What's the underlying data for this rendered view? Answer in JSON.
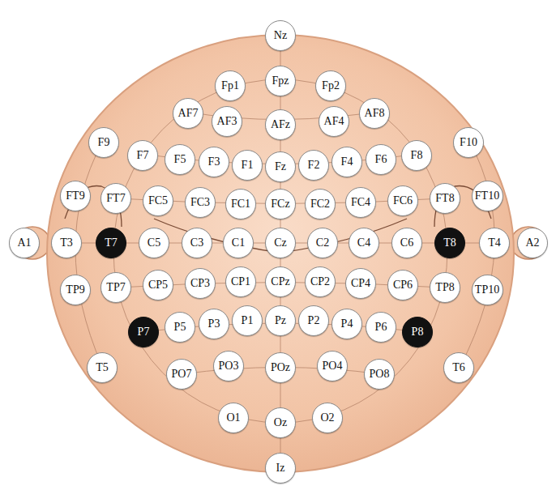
{
  "diagram": {
    "nodes": [
      {
        "text": [
          "Nz"
        ]
      },
      {
        "text": [
          "Fp1"
        ]
      },
      {
        "text": [
          "Fpz"
        ]
      },
      {
        "text": [
          "Fp2"
        ]
      },
      {
        "text": [
          "AF7"
        ]
      },
      {
        "text": [
          "AF3"
        ]
      },
      {
        "text": [
          "AFz"
        ]
      },
      {
        "text": [
          "AF4"
        ]
      },
      {
        "text": [
          "AF8"
        ]
      },
      {
        "text": [
          "F9"
        ]
      },
      {
        "text": [
          "F7"
        ]
      },
      {
        "text": [
          "F5"
        ]
      },
      {
        "text": [
          "F3"
        ]
      },
      {
        "text": [
          "F1"
        ]
      },
      {
        "text": [
          "Fz"
        ]
      },
      {
        "text": [
          "F2"
        ]
      },
      {
        "text": [
          "F4"
        ]
      },
      {
        "text": [
          "F6"
        ]
      },
      {
        "text": [
          "F8"
        ]
      },
      {
        "text": [
          "F10"
        ]
      },
      {
        "text": [
          "FT9"
        ]
      },
      {
        "text": [
          "FT7"
        ]
      },
      {
        "text": [
          "FC5"
        ]
      },
      {
        "text": [
          "FC3"
        ]
      },
      {
        "text": [
          "FC1"
        ]
      },
      {
        "text": [
          "FCz"
        ]
      },
      {
        "text": [
          "FC2"
        ]
      },
      {
        "text": [
          "FC4"
        ]
      },
      {
        "text": [
          "FC6"
        ]
      },
      {
        "text": [
          "FT8"
        ]
      },
      {
        "text": [
          "FT10"
        ]
      },
      {
        "text": [
          "A1"
        ]
      },
      {
        "text": [
          "T3"
        ]
      },
      {
        "text": [
          "T7"
        ]
      },
      {
        "text": [
          "C5"
        ]
      },
      {
        "text": [
          "C3"
        ]
      },
      {
        "text": [
          "C1"
        ]
      },
      {
        "text": [
          "Cz"
        ]
      },
      {
        "text": [
          "C2"
        ]
      },
      {
        "text": [
          "C4"
        ]
      },
      {
        "text": [
          "C6"
        ]
      },
      {
        "text": [
          "T8"
        ]
      },
      {
        "text": [
          "T4"
        ]
      },
      {
        "text": [
          "A2"
        ]
      },
      {
        "text": [
          "TP9"
        ]
      },
      {
        "text": [
          "TP7"
        ]
      },
      {
        "text": [
          "CP5"
        ]
      },
      {
        "text": [
          "CP3"
        ]
      },
      {
        "text": [
          "CP1"
        ]
      },
      {
        "text": [
          "CPz"
        ]
      },
      {
        "text": [
          "CP2"
        ]
      },
      {
        "text": [
          "CP4"
        ]
      },
      {
        "text": [
          "CP6"
        ]
      },
      {
        "text": [
          "TP8"
        ]
      },
      {
        "text": [
          "TP10"
        ]
      },
      {
        "text": [
          "P7"
        ]
      },
      {
        "text": [
          "P5"
        ]
      },
      {
        "text": [
          "P3"
        ]
      },
      {
        "text": [
          "P1"
        ]
      },
      {
        "text": [
          "Pz"
        ]
      },
      {
        "text": [
          "P2"
        ]
      },
      {
        "text": [
          "P4"
        ]
      },
      {
        "text": [
          "P6"
        ]
      },
      {
        "text": [
          "P8"
        ]
      },
      {
        "text": [
          "T5"
        ]
      },
      {
        "text": [
          "T6"
        ]
      },
      {
        "text": [
          "PO7"
        ]
      },
      {
        "text": [
          "PO3"
        ]
      },
      {
        "text": [
          "POz"
        ]
      },
      {
        "text": [
          "PO4"
        ]
      },
      {
        "text": [
          "PO8"
        ]
      },
      {
        "text": [
          "O1"
        ]
      },
      {
        "text": [
          "Oz"
        ]
      },
      {
        "text": [
          "O2"
        ]
      },
      {
        "text": [
          "Iz"
        ]
      }
    ]
  }
}
